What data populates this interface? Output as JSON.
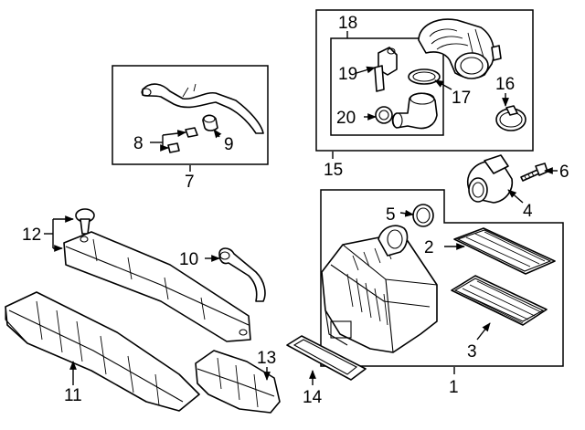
{
  "callouts": {
    "n1": "1",
    "n2": "2",
    "n3": "3",
    "n4": "4",
    "n5": "5",
    "n6": "6",
    "n7": "7",
    "n8": "8",
    "n9": "9",
    "n10": "10",
    "n11": "11",
    "n12": "12",
    "n13": "13",
    "n14": "14",
    "n15": "15",
    "n16": "16",
    "n17": "17",
    "n18": "18",
    "n19": "19",
    "n20": "20"
  },
  "colors": {
    "line": "#000000",
    "background": "#ffffff"
  }
}
